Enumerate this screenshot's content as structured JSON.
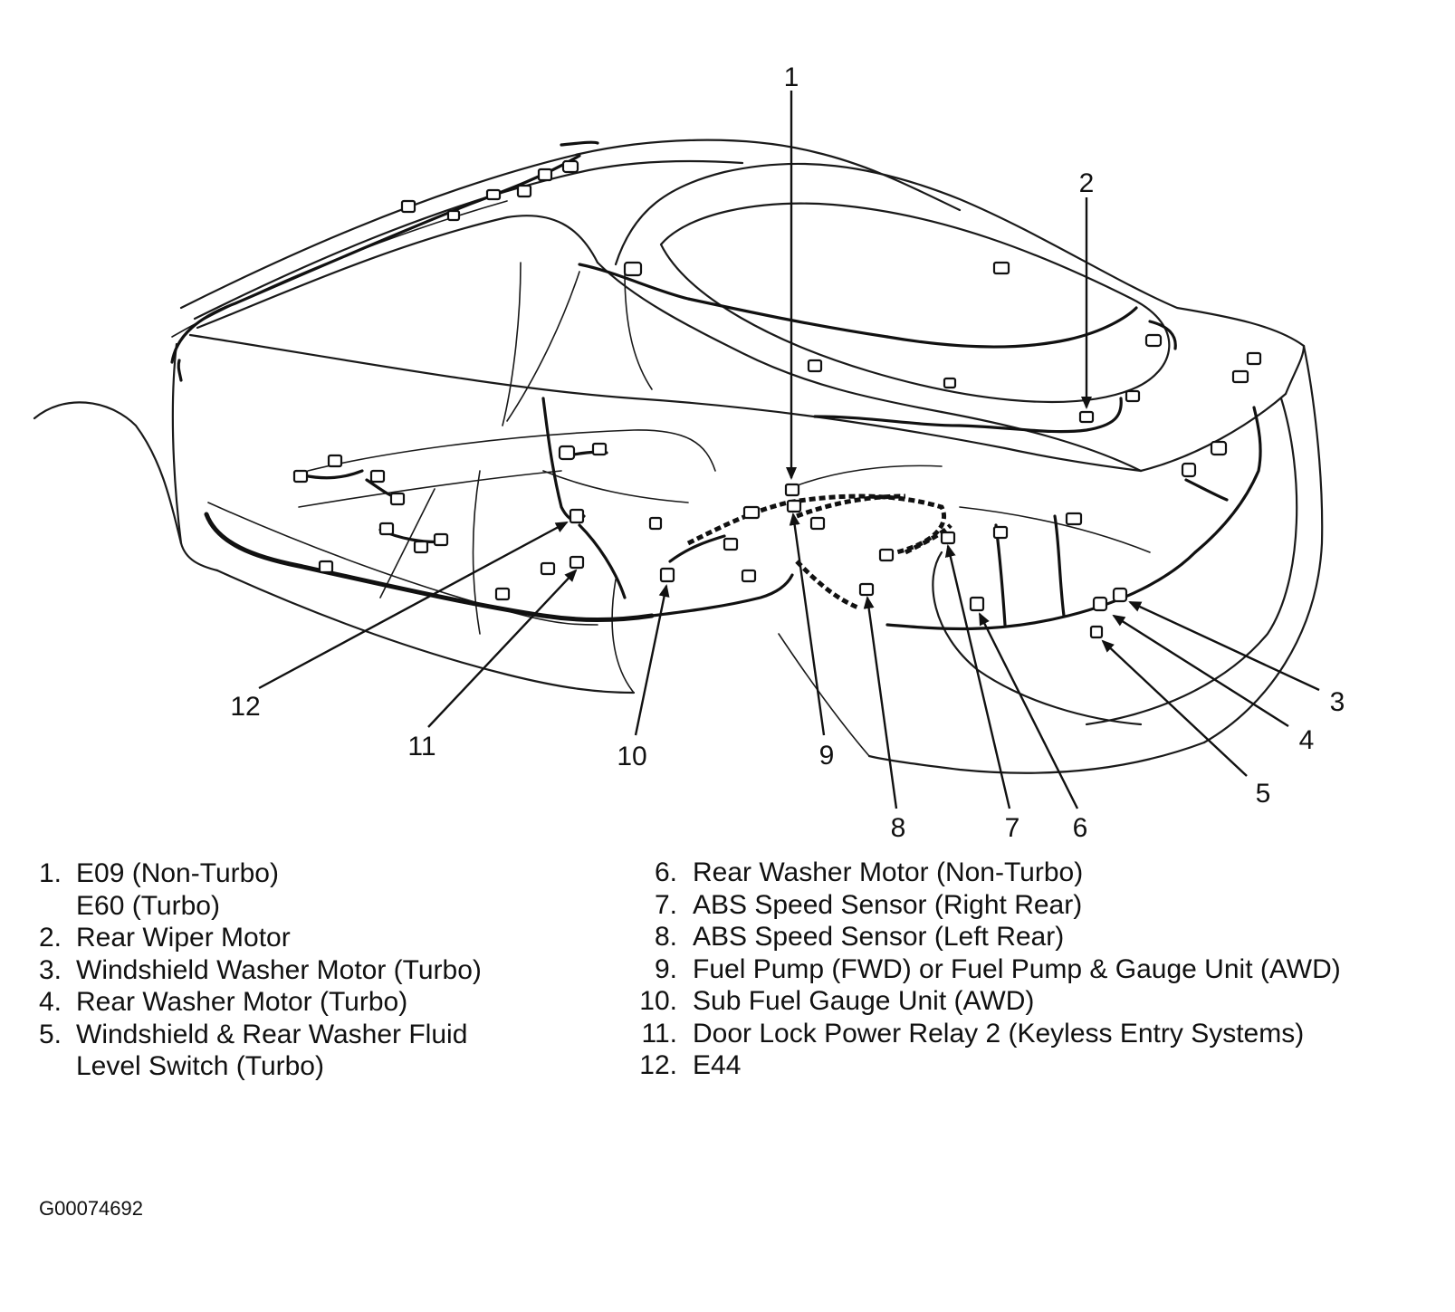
{
  "callouts": [
    "1",
    "2",
    "3",
    "4",
    "5",
    "6",
    "7",
    "8",
    "9",
    "10",
    "11",
    "12"
  ],
  "legend": {
    "left": [
      {
        "num": "1.",
        "text": "E09 (Non-Turbo)\nE60 (Turbo)"
      },
      {
        "num": "2.",
        "text": "Rear Wiper Motor"
      },
      {
        "num": "3.",
        "text": "Windshield Washer Motor (Turbo)"
      },
      {
        "num": "4.",
        "text": "Rear Washer Motor (Turbo)"
      },
      {
        "num": "5.",
        "text": "Windshield & Rear Washer Fluid\nLevel Switch (Turbo)"
      }
    ],
    "right": [
      {
        "num": "6.",
        "text": "Rear Washer Motor (Non-Turbo)"
      },
      {
        "num": "7.",
        "text": "ABS Speed Sensor (Right Rear)"
      },
      {
        "num": "8.",
        "text": "ABS Speed Sensor (Left Rear)"
      },
      {
        "num": "9.",
        "text": "Fuel Pump (FWD) or Fuel Pump & Gauge Unit (AWD)"
      },
      {
        "num": "10.",
        "text": "Sub Fuel Gauge Unit (AWD)"
      },
      {
        "num": "11.",
        "text": "Door Lock Power Relay 2 (Keyless Entry Systems)"
      },
      {
        "num": "12.",
        "text": "E44"
      }
    ]
  },
  "figure_id": "G00074692"
}
